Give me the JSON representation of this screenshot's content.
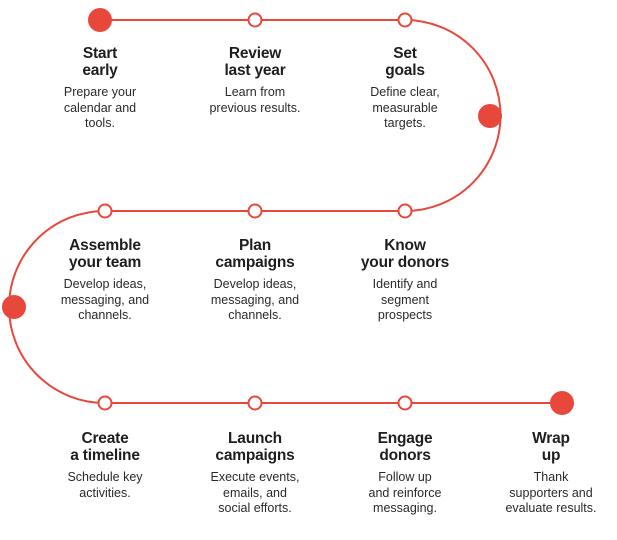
{
  "accent_color": "#e8483c",
  "steps": [
    {
      "title_1": "Start",
      "title_2": "early",
      "desc_1": "Prepare your",
      "desc_2": "calendar and",
      "desc_3": "tools."
    },
    {
      "title_1": "Review",
      "title_2": "last year",
      "desc_1": "Learn from",
      "desc_2": "previous results.",
      "desc_3": ""
    },
    {
      "title_1": "Set",
      "title_2": "goals",
      "desc_1": "Define clear,",
      "desc_2": "measurable",
      "desc_3": "targets."
    },
    {
      "title_1": "Know",
      "title_2": "your donors",
      "desc_1": "Identify and",
      "desc_2": "segment",
      "desc_3": "prospects"
    },
    {
      "title_1": "Plan",
      "title_2": "campaigns",
      "desc_1": "Develop ideas,",
      "desc_2": "messaging, and",
      "desc_3": "channels."
    },
    {
      "title_1": "Assemble",
      "title_2": "your team",
      "desc_1": "Develop ideas,",
      "desc_2": "messaging, and",
      "desc_3": "channels."
    },
    {
      "title_1": "Create",
      "title_2": "a timeline",
      "desc_1": "Schedule key",
      "desc_2": "activities.",
      "desc_3": ""
    },
    {
      "title_1": "Launch",
      "title_2": "campaigns",
      "desc_1": "Execute events,",
      "desc_2": "emails, and",
      "desc_3": "social efforts."
    },
    {
      "title_1": "Engage",
      "title_2": "donors",
      "desc_1": "Follow up",
      "desc_2": "and reinforce",
      "desc_3": "messaging."
    },
    {
      "title_1": "Wrap",
      "title_2": "up",
      "desc_1": "Thank",
      "desc_2": "supporters and",
      "desc_3": "evaluate results."
    }
  ]
}
